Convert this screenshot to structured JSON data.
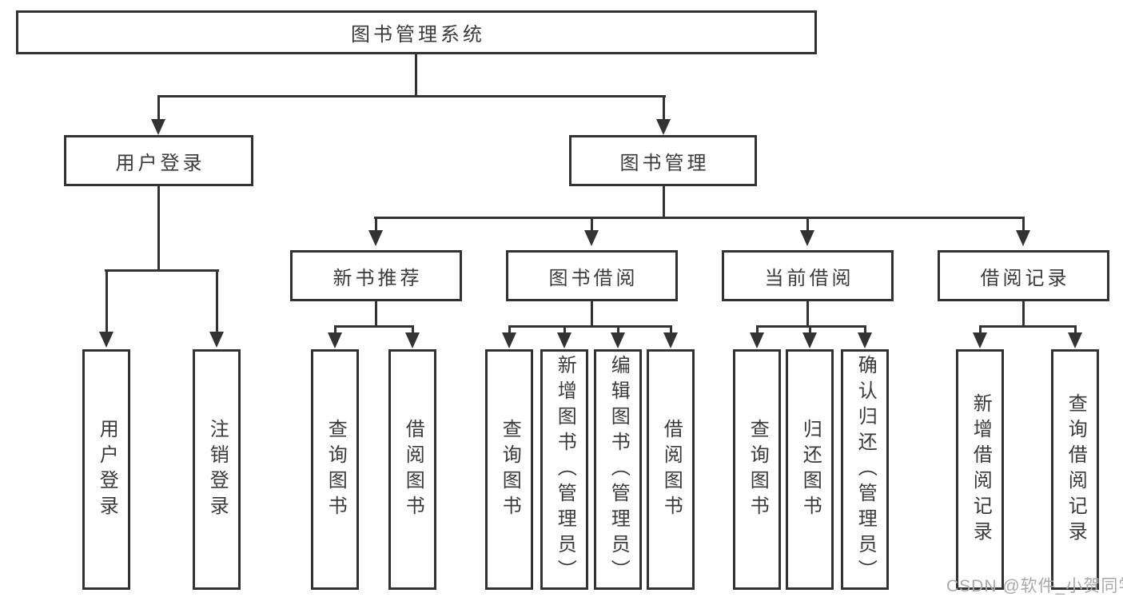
{
  "diagram": {
    "root": {
      "label": "图书管理系统"
    },
    "level1": [
      {
        "label": "用户登录",
        "children": [
          {
            "label": "用户登录"
          },
          {
            "label": "注销登录"
          }
        ]
      },
      {
        "label": "图书管理",
        "children": [
          {
            "label": "新书推荐",
            "children": [
              {
                "label": "查询图书"
              },
              {
                "label": "借阅图书"
              }
            ]
          },
          {
            "label": "图书借阅",
            "children": [
              {
                "label": "查询图书"
              },
              {
                "label": "新增图书（管理员）"
              },
              {
                "label": "编辑图书（管理员）"
              },
              {
                "label": "借阅图书"
              }
            ]
          },
          {
            "label": "当前借阅",
            "children": [
              {
                "label": "查询图书"
              },
              {
                "label": "归还图书"
              },
              {
                "label": "确认归还（管理员）"
              }
            ]
          },
          {
            "label": "借阅记录",
            "children": [
              {
                "label": "新增借阅记录"
              },
              {
                "label": "查询借阅记录"
              }
            ]
          }
        ]
      }
    ],
    "watermark": "CSDN @软件_小贺同学",
    "colors": {
      "line": "#333333",
      "box_border": "#333333",
      "text": "#3a3a3a",
      "background": "#ffffff",
      "watermark": "#a9a9a9"
    }
  }
}
